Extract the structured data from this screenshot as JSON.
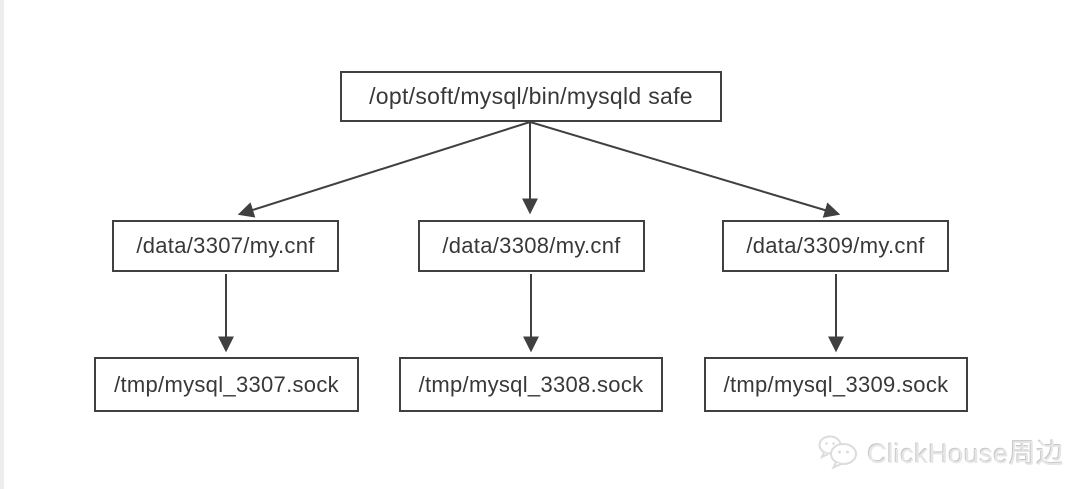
{
  "diagram": {
    "root": {
      "label": "/opt/soft/mysql/bin/mysqld safe"
    },
    "config_nodes": [
      {
        "label": "/data/3307/my.cnf"
      },
      {
        "label": "/data/3308/my.cnf"
      },
      {
        "label": "/data/3309/my.cnf"
      }
    ],
    "socket_nodes": [
      {
        "label": "/tmp/mysql_3307.sock"
      },
      {
        "label": "/tmp/mysql_3308.sock"
      },
      {
        "label": "/tmp/mysql_3309.sock"
      }
    ]
  },
  "watermark": {
    "text": "ClickHouse周边",
    "icon": "wechat-icon"
  },
  "colors": {
    "box_border": "#404040",
    "box_text": "#383838",
    "arrow": "#404040",
    "background": "#ffffff",
    "watermark_text": "#e6e6e6"
  }
}
